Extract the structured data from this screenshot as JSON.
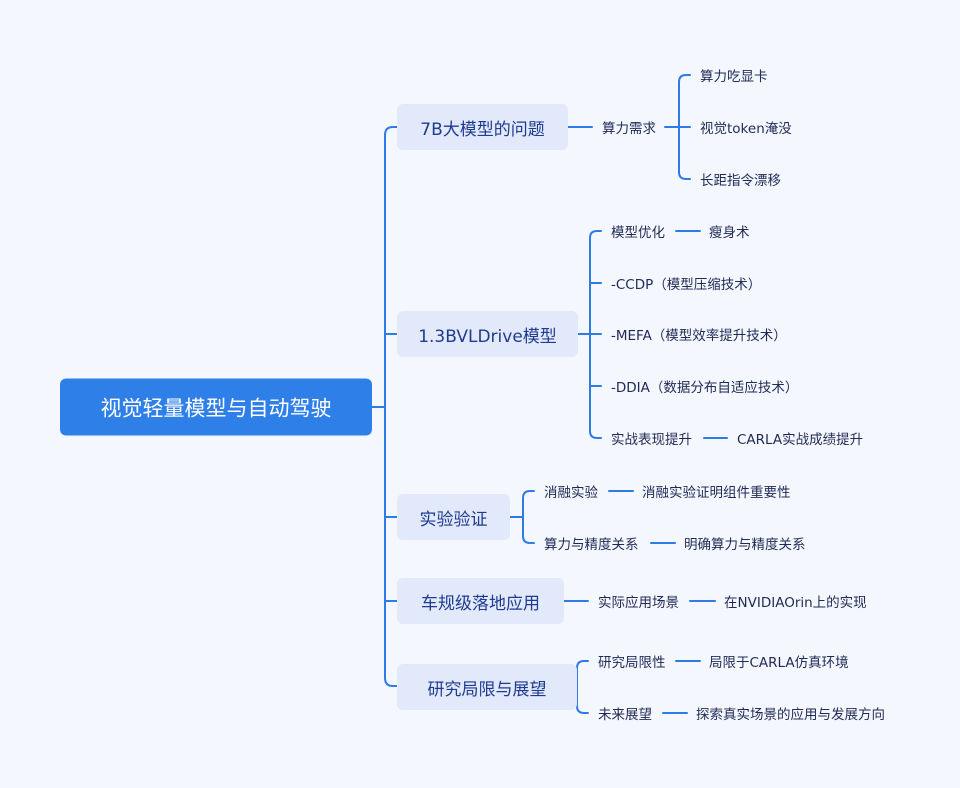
{
  "colors": {
    "background": "#f5f7fe",
    "root": "#2f7fe9",
    "branch": "#e2e9fb",
    "line": "#2e7be6"
  },
  "root": "视觉轻量模型与自动驾驶",
  "branches": [
    {
      "label": "7B大模型的问题",
      "sub": "算力需求",
      "leaves": [
        "算力吃显卡",
        "视觉token淹没",
        "长距指令漂移"
      ]
    },
    {
      "label": "1.3BVLDrive模型",
      "items": [
        {
          "label": "模型优化",
          "detail": "瘦身术"
        },
        {
          "label": "-CCDP（模型压缩技术）"
        },
        {
          "label": "-MEFA（模型效率提升技术）"
        },
        {
          "label": "-DDIA（数据分布自适应技术）"
        },
        {
          "label": "实战表现提升",
          "detail": "CARLA实战成绩提升"
        }
      ]
    },
    {
      "label": "实验验证",
      "items": [
        {
          "label": "消融实验",
          "detail": "消融实验证明组件重要性"
        },
        {
          "label": "算力与精度关系",
          "detail": "明确算力与精度关系"
        }
      ]
    },
    {
      "label": "车规级落地应用",
      "items": [
        {
          "label": "实际应用场景",
          "detail": "在NVIDIAOrin上的实现"
        }
      ]
    },
    {
      "label": "研究局限与展望",
      "items": [
        {
          "label": "研究局限性",
          "detail": "局限于CARLA仿真环境"
        },
        {
          "label": "未来展望",
          "detail": "探索真实场景的应用与发展方向"
        }
      ]
    }
  ]
}
